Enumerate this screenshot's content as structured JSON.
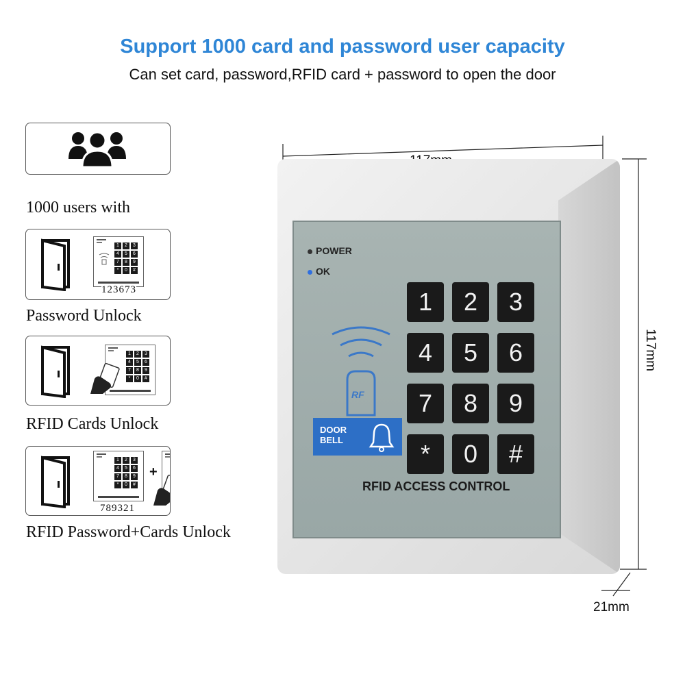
{
  "header": {
    "title": "Support 1000 card and password user capacity",
    "subtitle": "Can set card, password,RFID card + password to open the door"
  },
  "features": [
    {
      "label": "1000 users with"
    },
    {
      "label": "Password Unlock",
      "code": "123673"
    },
    {
      "label": "RFID Cards Unlock"
    },
    {
      "label": "RFID  Password+Cards Unlock",
      "code": "789321",
      "plus": "+"
    }
  ],
  "device": {
    "led_power": "POWER",
    "led_ok": "OK",
    "rf_text": "RF",
    "bell_label_1": "DOOR",
    "bell_label_2": "BELL",
    "keys": [
      "1",
      "2",
      "3",
      "4",
      "5",
      "6",
      "7",
      "8",
      "9",
      "*",
      "0",
      "#"
    ],
    "brand_label": "RFID ACCESS CONTROL"
  },
  "dimensions": {
    "width": "117mm",
    "height": "117mm",
    "depth": "21mm"
  },
  "colors": {
    "title": "#2f86d6",
    "bell_panel": "#2d6fc6",
    "faceplate": "#a3b0af"
  }
}
